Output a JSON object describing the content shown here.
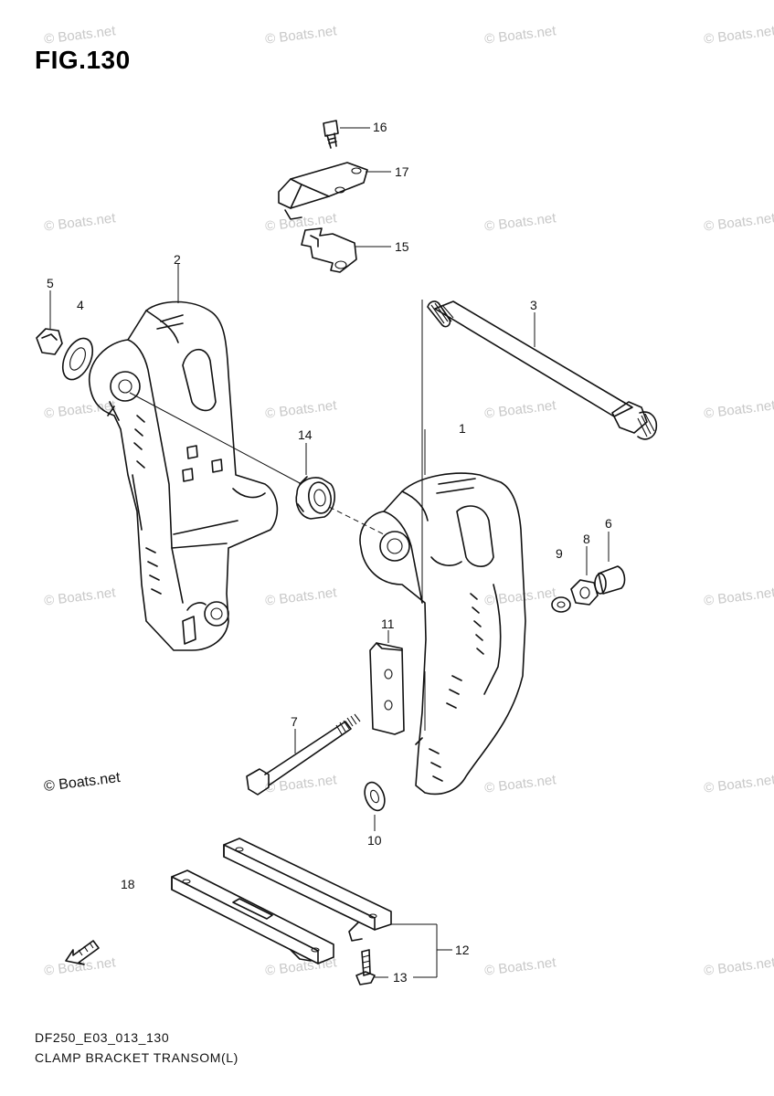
{
  "figure": {
    "title": "FIG.130",
    "code": "DF250_E03_013_130",
    "description": "CLAMP BRACKET TRANSOM(L)"
  },
  "watermark": "© Boats.net",
  "fwd_label": "FWD",
  "callouts": {
    "c1": "1",
    "c2": "2",
    "c3": "3",
    "c4": "4",
    "c5": "5",
    "c6": "6",
    "c7": "7",
    "c8": "8",
    "c9": "9",
    "c10": "10",
    "c11": "11",
    "c12": "12",
    "c13": "13",
    "c14": "14",
    "c15": "15",
    "c16": "16",
    "c17": "17",
    "c18": "18"
  }
}
